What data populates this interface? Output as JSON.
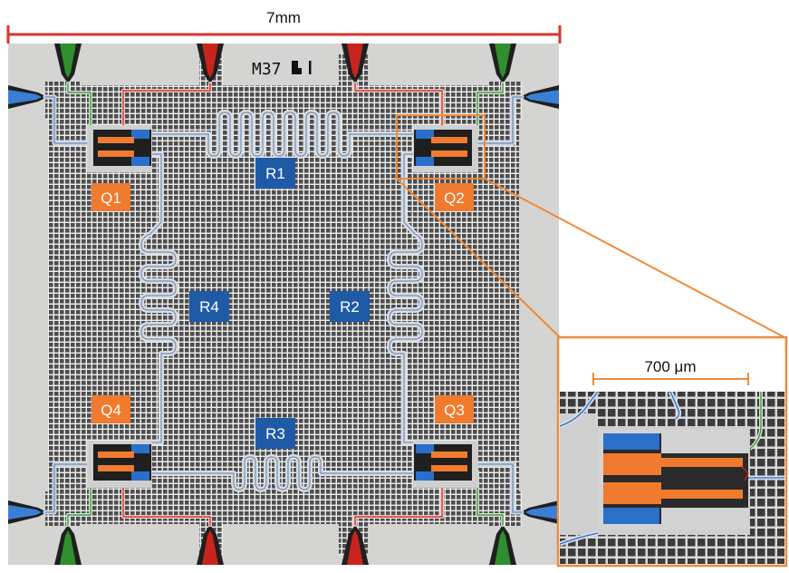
{
  "scale_bar": {
    "label": "7mm"
  },
  "chip_marking": "M37",
  "qubits": [
    {
      "id": "q1",
      "label": "Q1"
    },
    {
      "id": "q2",
      "label": "Q2"
    },
    {
      "id": "q3",
      "label": "Q3"
    },
    {
      "id": "q4",
      "label": "Q4"
    }
  ],
  "resonators": [
    {
      "id": "r1",
      "label": "R1"
    },
    {
      "id": "r2",
      "label": "R2"
    },
    {
      "id": "r3",
      "label": "R3"
    },
    {
      "id": "r4",
      "label": "R4"
    }
  ],
  "inset": {
    "scale_label": "700 μm"
  },
  "colors": {
    "scale_bar": "#d9352b",
    "qubit_label": "#f07b2e",
    "resonator_label": "#1f5aa6",
    "grid_ground": "#5a5a5a",
    "pad": "#d4d4d2",
    "readout_line": "#3a7fd5",
    "flux_line": "#c8231c",
    "drive_line": "#2f8f2f",
    "highlight": "#f08a3a"
  }
}
